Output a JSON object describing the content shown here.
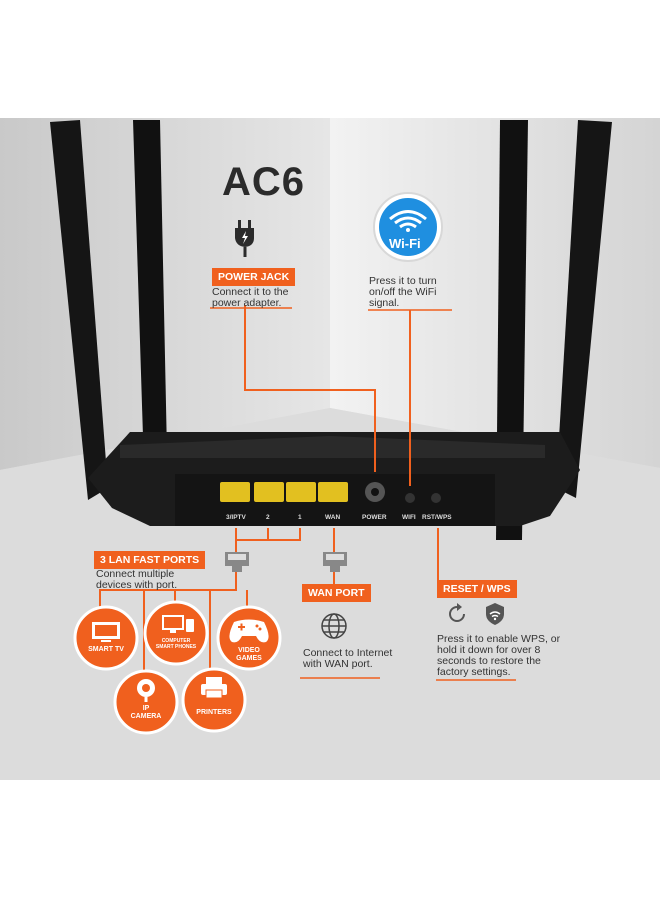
{
  "model": "AC6",
  "wifi_badge": "Wi-Fi",
  "callouts": {
    "power_jack": {
      "title": "POWER JACK",
      "desc": [
        "Connect it to the",
        "power adapter."
      ]
    },
    "wifi": {
      "desc": [
        "Press it to turn",
        "on/off the WiFi",
        "signal."
      ]
    },
    "lan": {
      "title": "3 LAN FAST PORTS",
      "desc": [
        "Connect multiple",
        "devices with port."
      ]
    },
    "wan": {
      "title": "WAN PORT",
      "desc": [
        "Connect to Internet",
        "with WAN port."
      ]
    },
    "reset": {
      "title": "RESET / WPS",
      "desc": [
        "Press it to enable WPS, or",
        "hold it down for over 8",
        "seconds to restore the",
        "factory settings."
      ]
    }
  },
  "port_labels": [
    "3/IPTV",
    "2",
    "1",
    "WAN",
    "POWER",
    "WIFI",
    "RST/WPS"
  ],
  "devices": [
    {
      "name": "smart-tv",
      "lines": [
        "SMART TV"
      ]
    },
    {
      "name": "computer-smart-phones",
      "lines": [
        "COMPUTER",
        "SMART PHONES"
      ]
    },
    {
      "name": "video-games",
      "lines": [
        "VIDEO",
        "GAMES"
      ]
    },
    {
      "name": "ip-camera",
      "lines": [
        "IP",
        "CAMERA"
      ]
    },
    {
      "name": "printers",
      "lines": [
        "PRINTERS"
      ]
    }
  ],
  "colors": {
    "accent": "#f0601e",
    "router": "#1c1c1c",
    "port": "#e2c020",
    "wifi_blue": "#1f8fe0"
  },
  "icons": [
    "plug-icon",
    "wifi-icon",
    "ethernet-icon",
    "globe-icon",
    "reset-icon",
    "shield-icon"
  ]
}
